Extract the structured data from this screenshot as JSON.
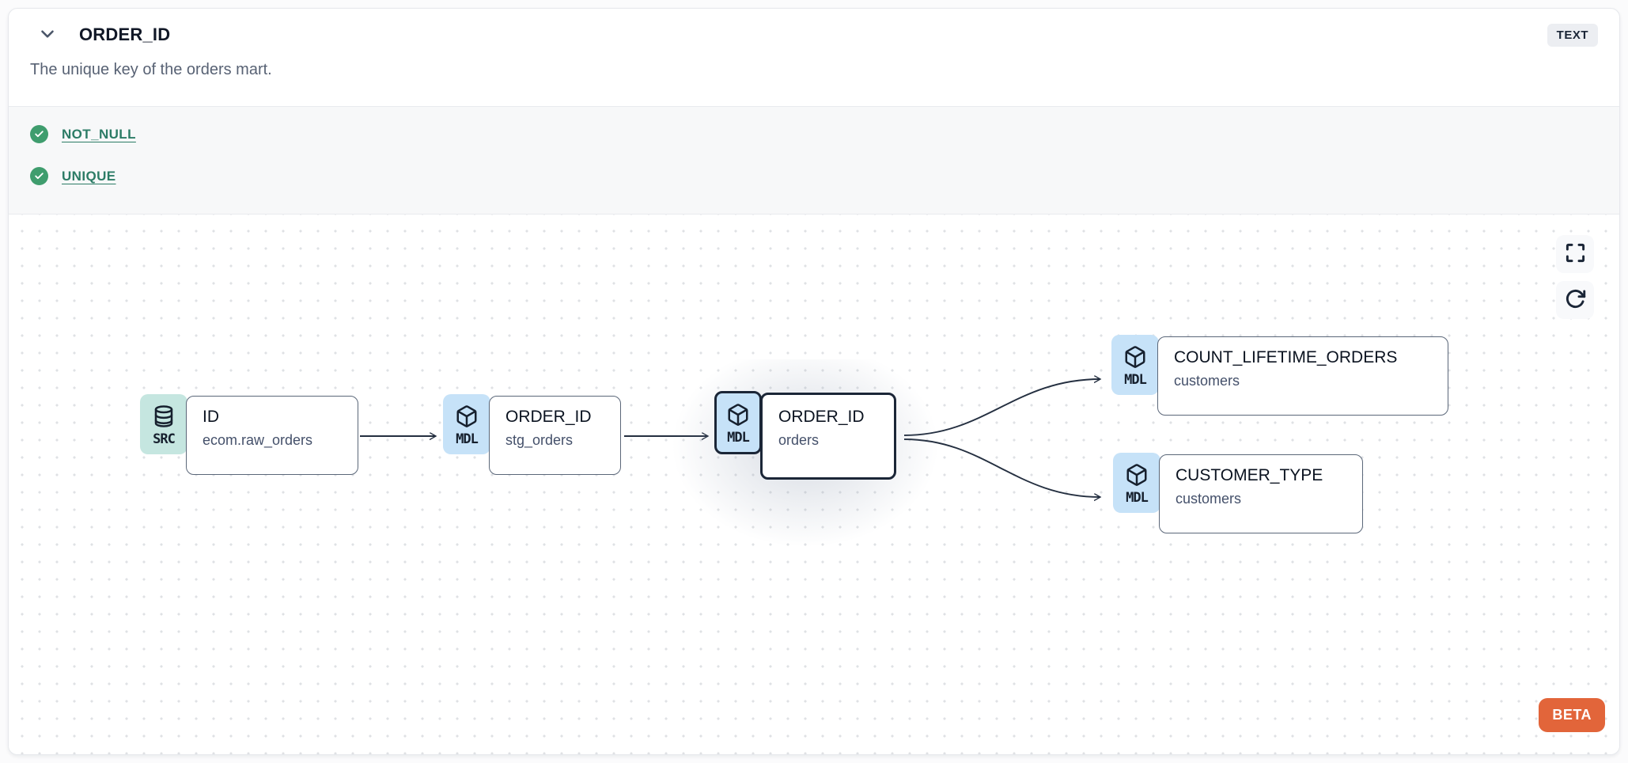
{
  "header": {
    "title": "ORDER_ID",
    "type_badge": "TEXT",
    "description": "The unique key of the orders mart."
  },
  "tests": [
    {
      "label": "NOT_NULL",
      "status": "passed"
    },
    {
      "label": "UNIQUE",
      "status": "passed"
    }
  ],
  "canvas": {
    "nodes": [
      {
        "badge": "SRC",
        "icon": "database-icon",
        "title": "ID",
        "subtitle": "ecom.raw_orders",
        "selected": false
      },
      {
        "badge": "MDL",
        "icon": "cube-icon",
        "title": "ORDER_ID",
        "subtitle": "stg_orders",
        "selected": false
      },
      {
        "badge": "MDL",
        "icon": "cube-icon",
        "title": "ORDER_ID",
        "subtitle": "orders",
        "selected": true
      },
      {
        "badge": "MDL",
        "icon": "cube-icon",
        "title": "COUNT_LIFETIME_ORDERS",
        "subtitle": "customers",
        "selected": false
      },
      {
        "badge": "MDL",
        "icon": "cube-icon",
        "title": "CUSTOMER_TYPE",
        "subtitle": "customers",
        "selected": false
      }
    ],
    "edges": [
      {
        "from": "ID (ecom.raw_orders)",
        "to": "ORDER_ID (stg_orders)"
      },
      {
        "from": "ORDER_ID (stg_orders)",
        "to": "ORDER_ID (orders)"
      },
      {
        "from": "ORDER_ID (orders)",
        "to": "COUNT_LIFETIME_ORDERS (customers)"
      },
      {
        "from": "ORDER_ID (orders)",
        "to": "CUSTOMER_TYPE (customers)"
      }
    ],
    "beta_label": "BETA"
  },
  "colors": {
    "src_badge": "#c5e6e0",
    "mdl_badge": "#c6e2f8",
    "selected_border": "#1b2637",
    "node_border": "#5b6779",
    "test_link": "#2c7c66",
    "check_green": "#3f9d6e",
    "beta_orange": "#e2653a",
    "type_badge_bg": "#eceef2"
  }
}
